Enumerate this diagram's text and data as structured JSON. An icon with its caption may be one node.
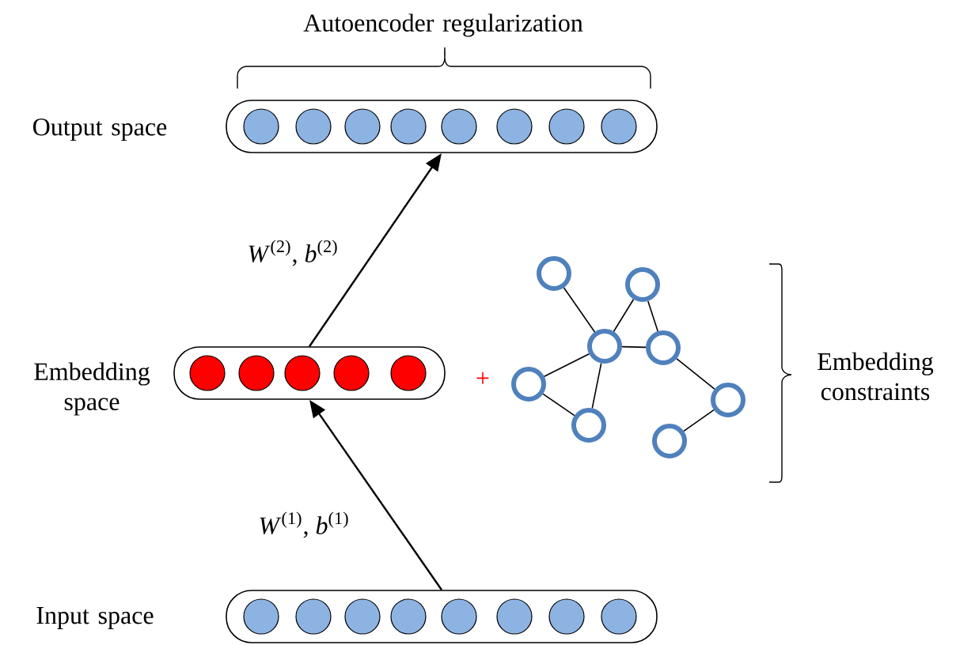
{
  "diagram": {
    "nodes": [
      {
        "text": [],
        "shape": "box",
        "beside": [
          "Output space"
        ]
      },
      {
        "text": [],
        "shape": "circle",
        "in": 0
      },
      {
        "text": [],
        "shape": "circle",
        "in": 0
      },
      {
        "text": [],
        "shape": "circle",
        "in": 0
      },
      {
        "text": [],
        "shape": "circle",
        "in": 0
      },
      {
        "text": [],
        "shape": "circle",
        "in": 0
      },
      {
        "text": [],
        "shape": "circle",
        "in": 0
      },
      {
        "text": [],
        "shape": "circle",
        "in": 0
      },
      {
        "text": [],
        "shape": "circle",
        "in": 0
      },
      {
        "text": [],
        "shape": "box",
        "beside": [
          "Embedding space"
        ]
      },
      {
        "text": [],
        "shape": "circle",
        "in": 9
      },
      {
        "text": [],
        "shape": "circle",
        "in": 9
      },
      {
        "text": [],
        "shape": "circle",
        "in": 9
      },
      {
        "text": [],
        "shape": "circle",
        "in": 9
      },
      {
        "text": [],
        "shape": "circle",
        "in": 9
      },
      {
        "text": [],
        "shape": "box",
        "beside": [
          "Input space"
        ]
      },
      {
        "text": [],
        "shape": "circle",
        "in": 15
      },
      {
        "text": [],
        "shape": "circle",
        "in": 15
      },
      {
        "text": [],
        "shape": "circle",
        "in": 15
      },
      {
        "text": [],
        "shape": "circle",
        "in": 15
      },
      {
        "text": [],
        "shape": "circle",
        "in": 15
      },
      {
        "text": [],
        "shape": "circle",
        "in": 15
      },
      {
        "text": [],
        "shape": "circle",
        "in": 15
      },
      {
        "text": [],
        "shape": "circle",
        "in": 15
      },
      {
        "text": [],
        "shape": "circle"
      },
      {
        "text": [],
        "shape": "circle"
      },
      {
        "text": [],
        "shape": "circle"
      },
      {
        "text": [],
        "shape": "circle"
      },
      {
        "text": [],
        "shape": "circle"
      },
      {
        "text": [],
        "shape": "circle"
      },
      {
        "text": [],
        "shape": "circle"
      },
      {
        "text": [],
        "shape": "circle"
      }
    ],
    "edges": [
      {
        "from": 15,
        "to": 9,
        "arrow": "to",
        "label": "*W*$^{(1)}$, *b*$^{(1)}$"
      },
      {
        "from": 9,
        "to": 0,
        "arrow": "to",
        "label": "*W*$^{(2)}$, *b*$^{(2)}$"
      },
      {
        "from": 24,
        "to": 26,
        "arrow": "none"
      },
      {
        "from": 25,
        "to": 26,
        "arrow": "none"
      },
      {
        "from": 25,
        "to": 27,
        "arrow": "none"
      },
      {
        "from": 26,
        "to": 27,
        "arrow": "none"
      },
      {
        "from": 26,
        "to": 28,
        "arrow": "none"
      },
      {
        "from": 26,
        "to": 30,
        "arrow": "none"
      },
      {
        "from": 28,
        "to": 30,
        "arrow": "none"
      },
      {
        "from": 27,
        "to": 29,
        "arrow": "none"
      },
      {
        "from": 29,
        "to": 31,
        "arrow": "none"
      }
    ],
    "labels": [
      "Autoencoder regularization",
      "+",
      "Embedding constraints"
    ]
  }
}
